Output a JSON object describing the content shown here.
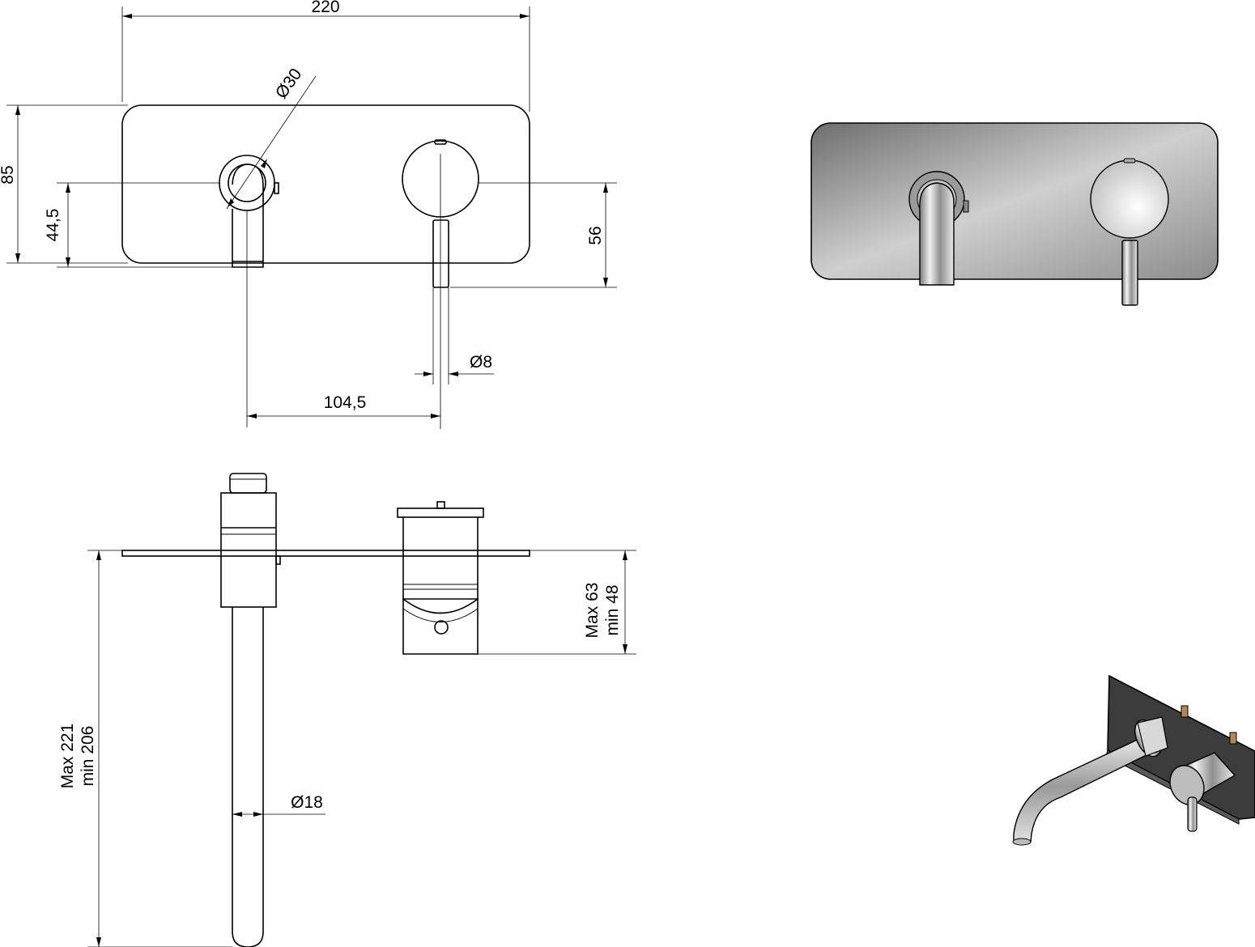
{
  "dimensions": {
    "plate_width": "220",
    "plate_height": "85",
    "spout_axis_height": "44,5",
    "rosette_diameter": "Ø30",
    "lever_drop": "56",
    "lever_diameter": "Ø8",
    "axis_distance": "104,5",
    "spout_diameter": "Ø18",
    "projection_max": "Max 221",
    "projection_min": "min 206",
    "depth_max": "Max 63",
    "depth_min": "min 48"
  },
  "colors": {
    "line": "#000000",
    "background": "#ffffff",
    "plate_dark": "#3c3c3c",
    "chrome": "#c8c8c8",
    "brass": "#b08850"
  }
}
